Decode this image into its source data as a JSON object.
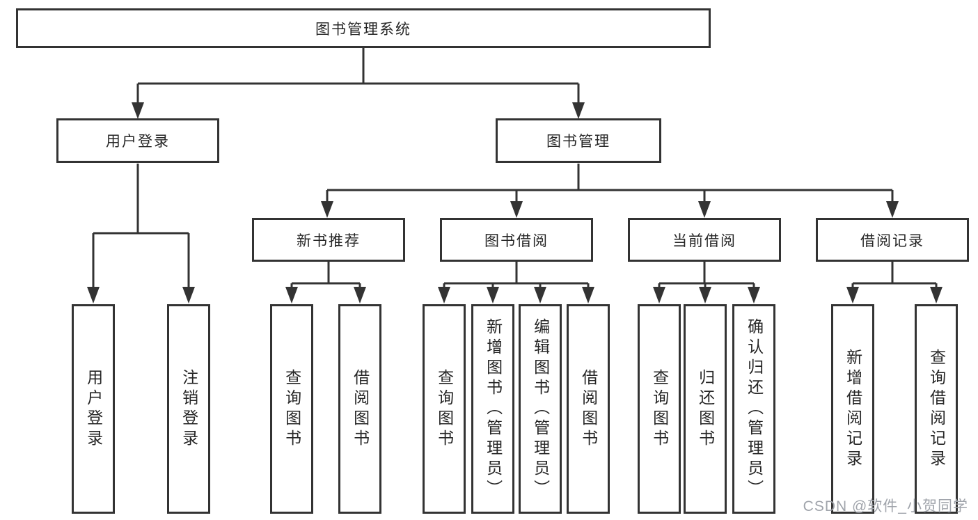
{
  "nodes": {
    "root": "图书管理系统",
    "user_login": "用户登录",
    "book_mgmt": "图书管理",
    "new_books": "新书推荐",
    "book_borrow": "图书借阅",
    "current_borrow": "当前借阅",
    "borrow_records": "借阅记录",
    "leaf_user_login": "用户登录",
    "leaf_logout": "注销登录",
    "leaf_nb_query": "查询图书",
    "leaf_nb_borrow": "借阅图书",
    "leaf_bb_query": "查询图书",
    "leaf_bb_add": "新增图书（管理员）",
    "leaf_bb_edit": "编辑图书（管理员）",
    "leaf_bb_borrow": "借阅图书",
    "leaf_cb_query": "查询图书",
    "leaf_cb_return": "归还图书",
    "leaf_cb_confirm": "确认归还（管理员）",
    "leaf_rec_add": "新增借阅记录",
    "leaf_rec_query": "查询借阅记录"
  },
  "watermark": "CSDN @软件_小贺同学",
  "colors": {
    "line": "#333333",
    "text": "#262626",
    "background": "#ffffff",
    "watermark": "#a0a4ab"
  }
}
